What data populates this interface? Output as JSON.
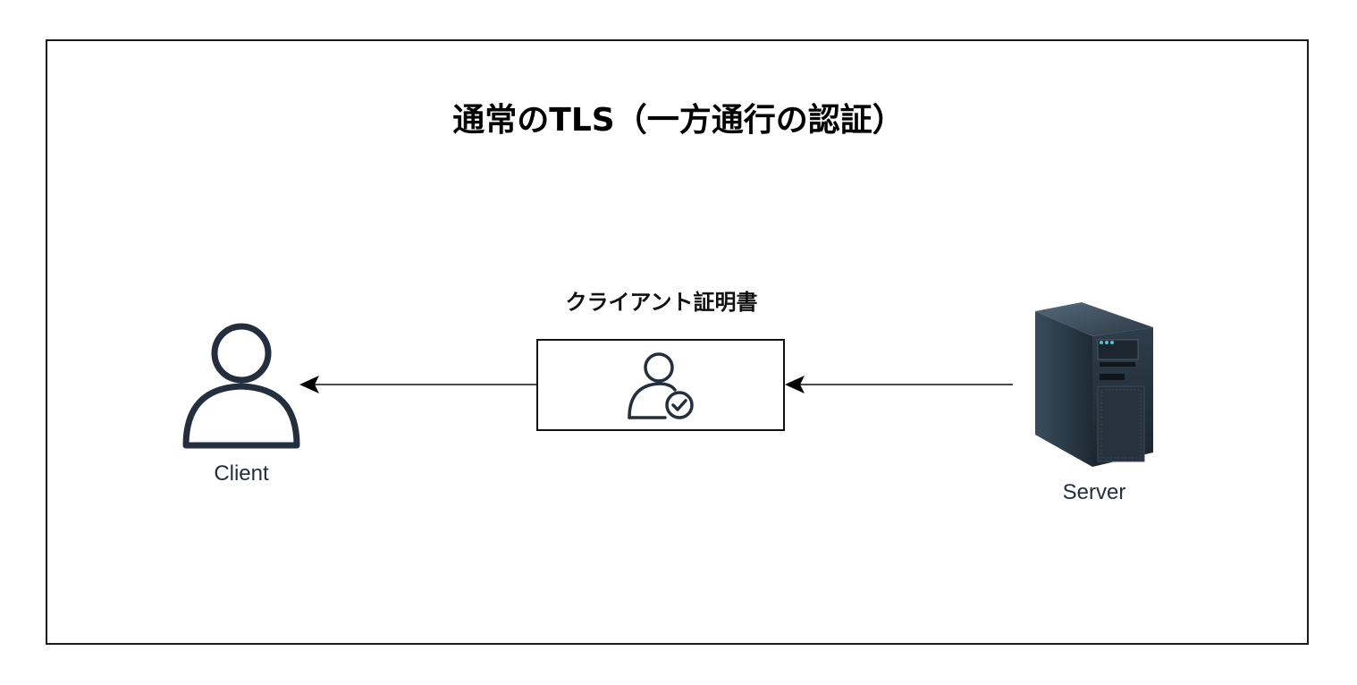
{
  "diagram": {
    "title": "通常のTLS（一方通行の認証）",
    "nodes": [
      {
        "id": "client",
        "label": "Client",
        "icon": "user-icon"
      },
      {
        "id": "certificate",
        "label": "クライアント証明書",
        "icon": "user-check-icon"
      },
      {
        "id": "server",
        "label": "Server",
        "icon": "server-tower-icon"
      }
    ],
    "edges": [
      {
        "from": "server",
        "to": "certificate",
        "style": "solid-arrow"
      },
      {
        "from": "certificate",
        "to": "client",
        "style": "solid-arrow"
      }
    ],
    "colors": {
      "icon_stroke": "#232f3e",
      "border": "#1a1a1a",
      "server_body": "#2b3a47",
      "server_led": "#4fc3d9"
    }
  }
}
